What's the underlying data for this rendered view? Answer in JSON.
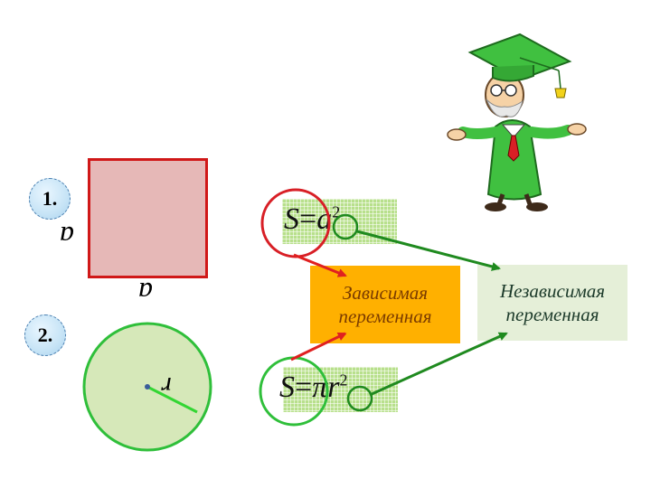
{
  "badges": {
    "first": "1.",
    "second": "2."
  },
  "square": {
    "side_left": "a",
    "side_bottom": "a"
  },
  "circle": {
    "radius_label": "r"
  },
  "formula1": {
    "s": "S",
    "eq": "=",
    "var": "a",
    "exp": "2"
  },
  "formula2": {
    "s": "S",
    "eq": "=",
    "pi": "π",
    "var": "r",
    "exp": "2"
  },
  "dependent": {
    "line1": "Зависимая",
    "line2": "переменная"
  },
  "independent": {
    "line1": "Независимая",
    "line2": "переменная"
  },
  "colors": {
    "square_fill": "#e6b8b7",
    "square_border": "#d01818",
    "circle_fill": "#d6e8b9",
    "circle_border": "#2fbf3a",
    "dependent_box": "#ffb000",
    "independent_box": "#e5efd8",
    "red_arrow": "#e02020",
    "green_arrow": "#1f8a1f"
  }
}
